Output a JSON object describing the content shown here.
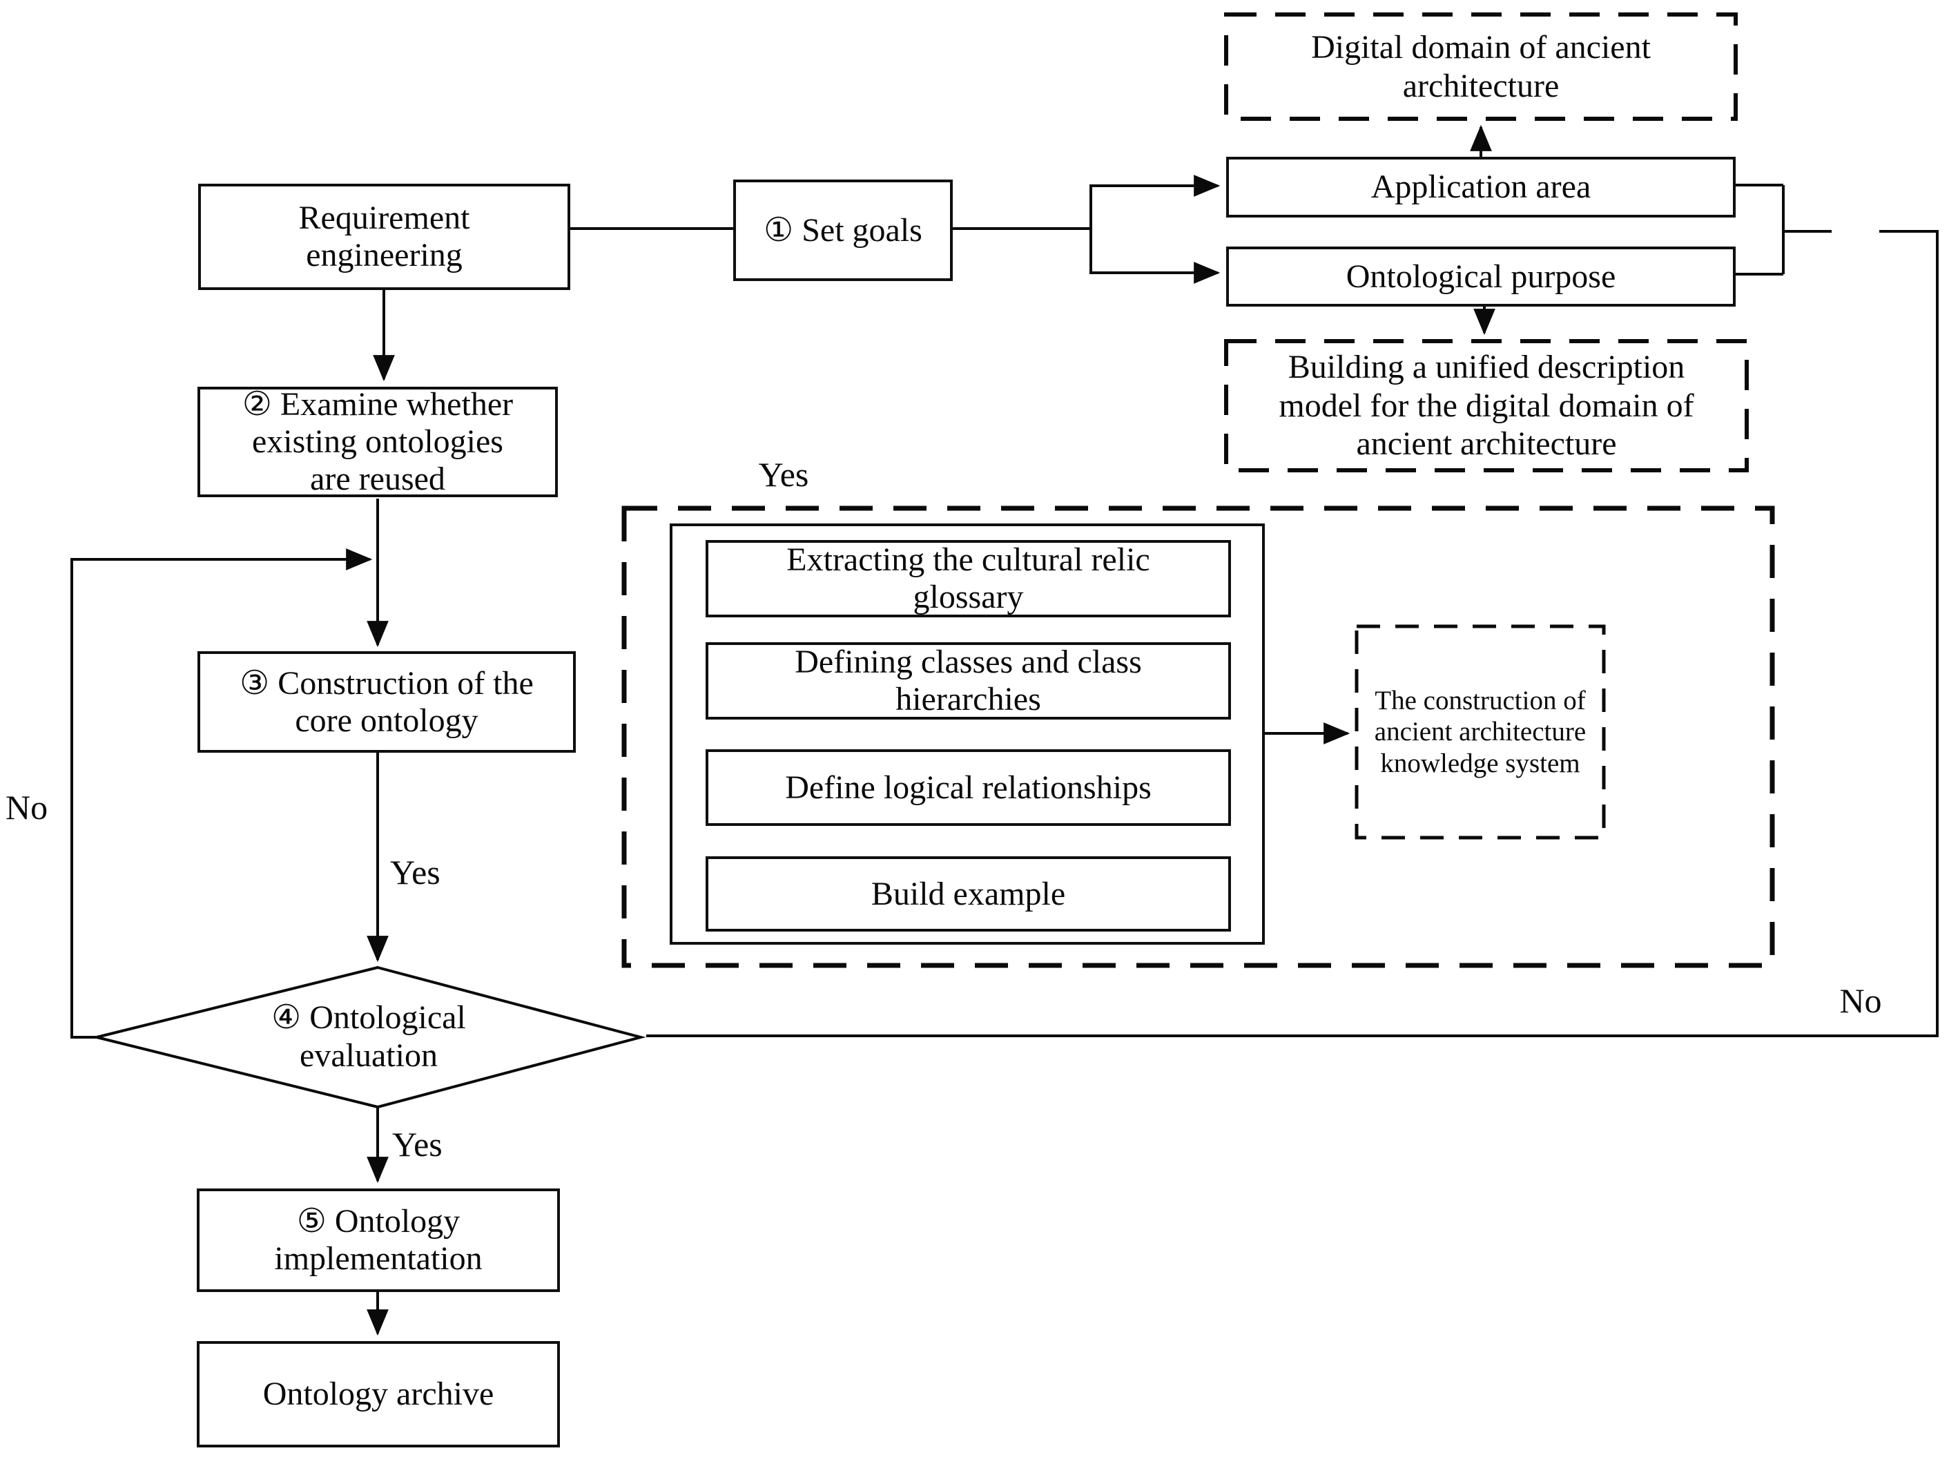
{
  "figure": {
    "type": "flowchart",
    "colors": {
      "line": "#0a0a0a",
      "background": "#ffffff",
      "text": "#0a0a0a"
    },
    "nodes": {
      "requirement_engineering": "Requirement engineering",
      "set_goals": "① Set goals",
      "digital_domain": "Digital domain of ancient architecture",
      "application_area": "Application area",
      "ontological_purpose": "Ontological purpose",
      "building_model": "Building a unified description model for the digital domain of ancient architecture",
      "examine_reuse": "② Examine whether existing ontologies are reused",
      "core_ontology": "③ Construction of the core ontology",
      "extract_glossary": "Extracting the cultural relic glossary",
      "defining_classes": "Defining classes and class hierarchies",
      "logical_relationships": "Define logical relationships",
      "build_example": "Build example",
      "knowledge_system": "The construction of ancient architecture knowledge system",
      "ontological_evaluation": "④ Ontological evaluation",
      "ontology_implementation": "⑤ Ontology implementation",
      "ontology_archive": "Ontology archive"
    },
    "edge_labels": {
      "yes_container": "Yes",
      "yes_to_evaluation": "Yes",
      "yes_to_implementation": "Yes",
      "no_left": "No",
      "no_right": "No"
    }
  }
}
